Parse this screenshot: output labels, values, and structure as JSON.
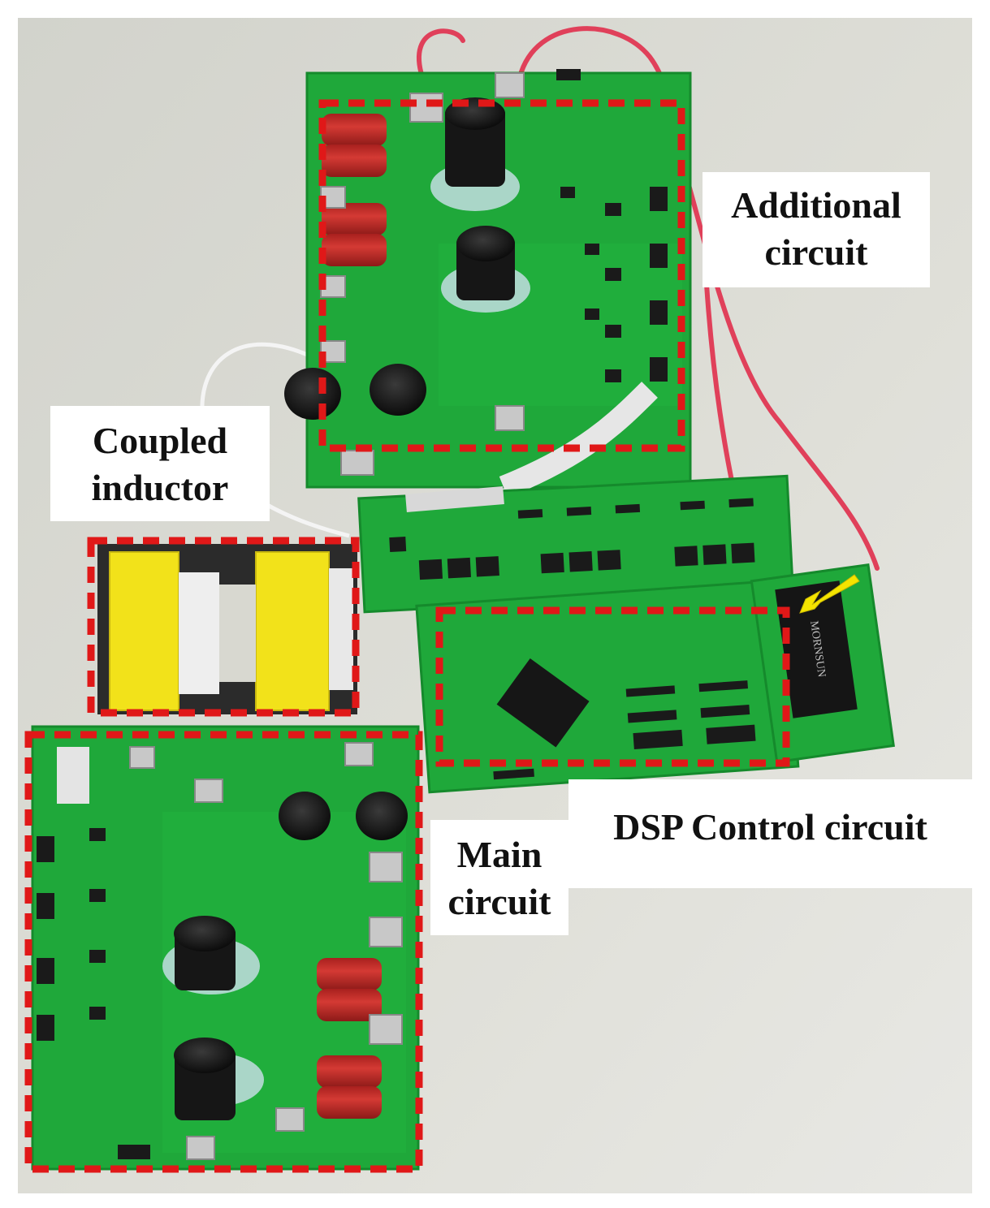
{
  "labels": {
    "additional": [
      "Additional",
      "circuit"
    ],
    "coupled": [
      "Coupled",
      "inductor"
    ],
    "main": [
      "Main",
      "circuit"
    ],
    "dsp": "DSP Control circuit",
    "module_brand": "MORNSUN"
  },
  "colors": {
    "pcb": "#1fa83a",
    "pcb_dark": "#158a2c",
    "highlight_dash": "#e01818",
    "background": "#dcdcd4",
    "capacitor_red": "#c8302c",
    "inductor_yellow": "#f2e21a",
    "pointer_arrow": "#f5e400"
  },
  "icons": [
    "arrow-pointer-icon"
  ]
}
